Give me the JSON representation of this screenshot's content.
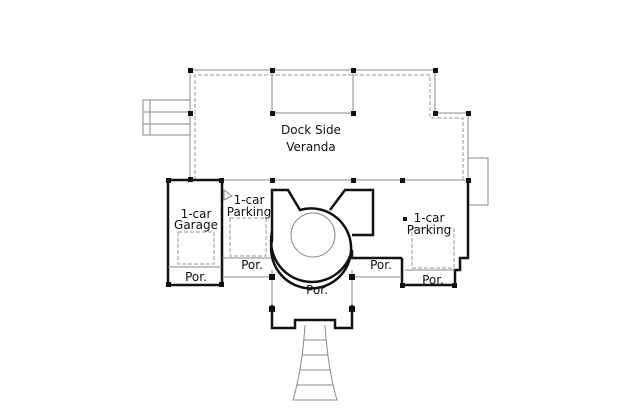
{
  "plan": {
    "rooms": {
      "veranda": [
        "Dock Side",
        "Veranda"
      ],
      "garage": [
        "1-car",
        "Garage"
      ],
      "parking_left": [
        "1-car",
        "Parking"
      ],
      "parking_right": [
        "1-car",
        "Parking"
      ]
    },
    "porches": {
      "garage_por": "Por.",
      "left_por": "Por.",
      "center_por": "Por.",
      "right_por": "Por.",
      "parking_right_por": "Por."
    },
    "colors": {
      "lines": "#111111",
      "light_lines": "#888888",
      "background": "#ffffff"
    }
  }
}
